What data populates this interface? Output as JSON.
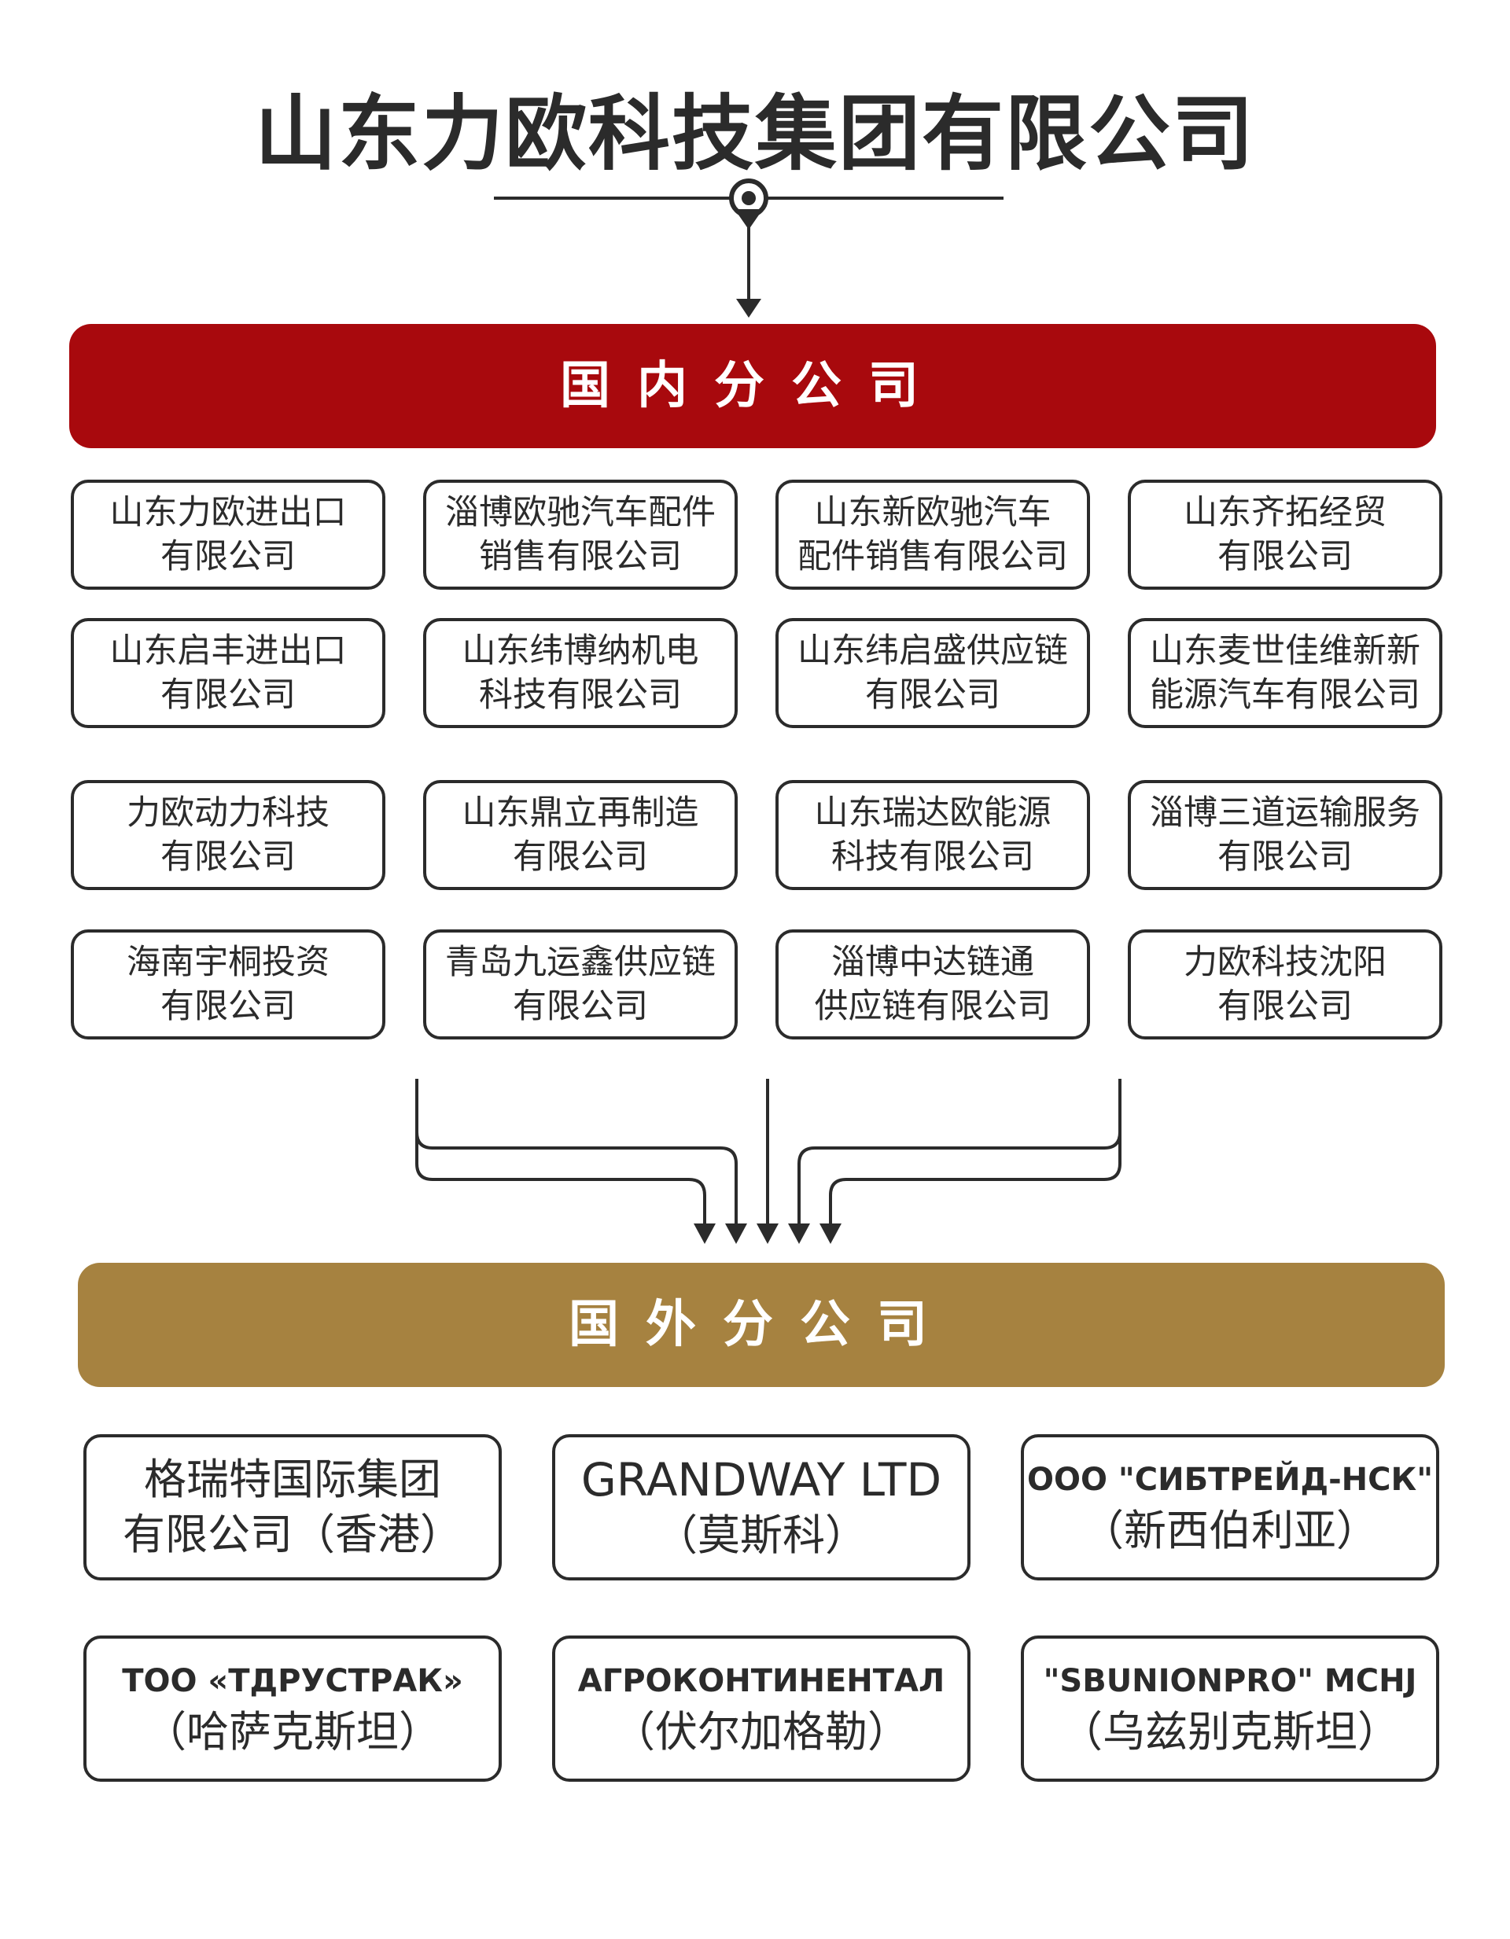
{
  "title": "山东力欧科技集团有限公司",
  "colors": {
    "domestic": "#a8090d",
    "foreign": "#a68240",
    "line": "#2b2b2b"
  },
  "domestic": {
    "label": "国内分公司",
    "companies": [
      [
        "山东力欧进出口",
        "有限公司"
      ],
      [
        "淄博欧驰汽车配件",
        "销售有限公司"
      ],
      [
        "山东新欧驰汽车",
        "配件销售有限公司"
      ],
      [
        "山东齐拓经贸",
        "有限公司"
      ],
      [
        "山东启丰进出口",
        "有限公司"
      ],
      [
        "山东纬博纳机电",
        "科技有限公司"
      ],
      [
        "山东纬启盛供应链",
        "有限公司"
      ],
      [
        "山东麦世佳维新新",
        "能源汽车有限公司"
      ],
      [
        "力欧动力科技",
        "有限公司"
      ],
      [
        "山东鼎立再制造",
        "有限公司"
      ],
      [
        "山东瑞达欧能源",
        "科技有限公司"
      ],
      [
        "淄博三道运输服务",
        "有限公司"
      ],
      [
        "海南宇桐投资",
        "有限公司"
      ],
      [
        "青岛九运鑫供应链",
        "有限公司"
      ],
      [
        "淄博中达链通",
        "供应链有限公司"
      ],
      [
        "力欧科技沈阳",
        "有限公司"
      ]
    ]
  },
  "foreign": {
    "label": "国外分公司",
    "companies": [
      [
        "格瑞特国际集团",
        "有限公司（香港）"
      ],
      [
        "GRANDWAY LTD",
        "（莫斯科）"
      ],
      [
        "OOO \"СИБТРЕЙД-НСК\"",
        "（新西伯利亚）"
      ],
      [
        "ТОО «ТДРУСТРАК»",
        "（哈萨克斯坦）"
      ],
      [
        "АГРОКОНТИНЕНТАЛ",
        "（伏尔加格勒）"
      ],
      [
        "\"SBUNIONPRO\" MCHJ",
        "（乌兹别克斯坦）"
      ]
    ]
  }
}
